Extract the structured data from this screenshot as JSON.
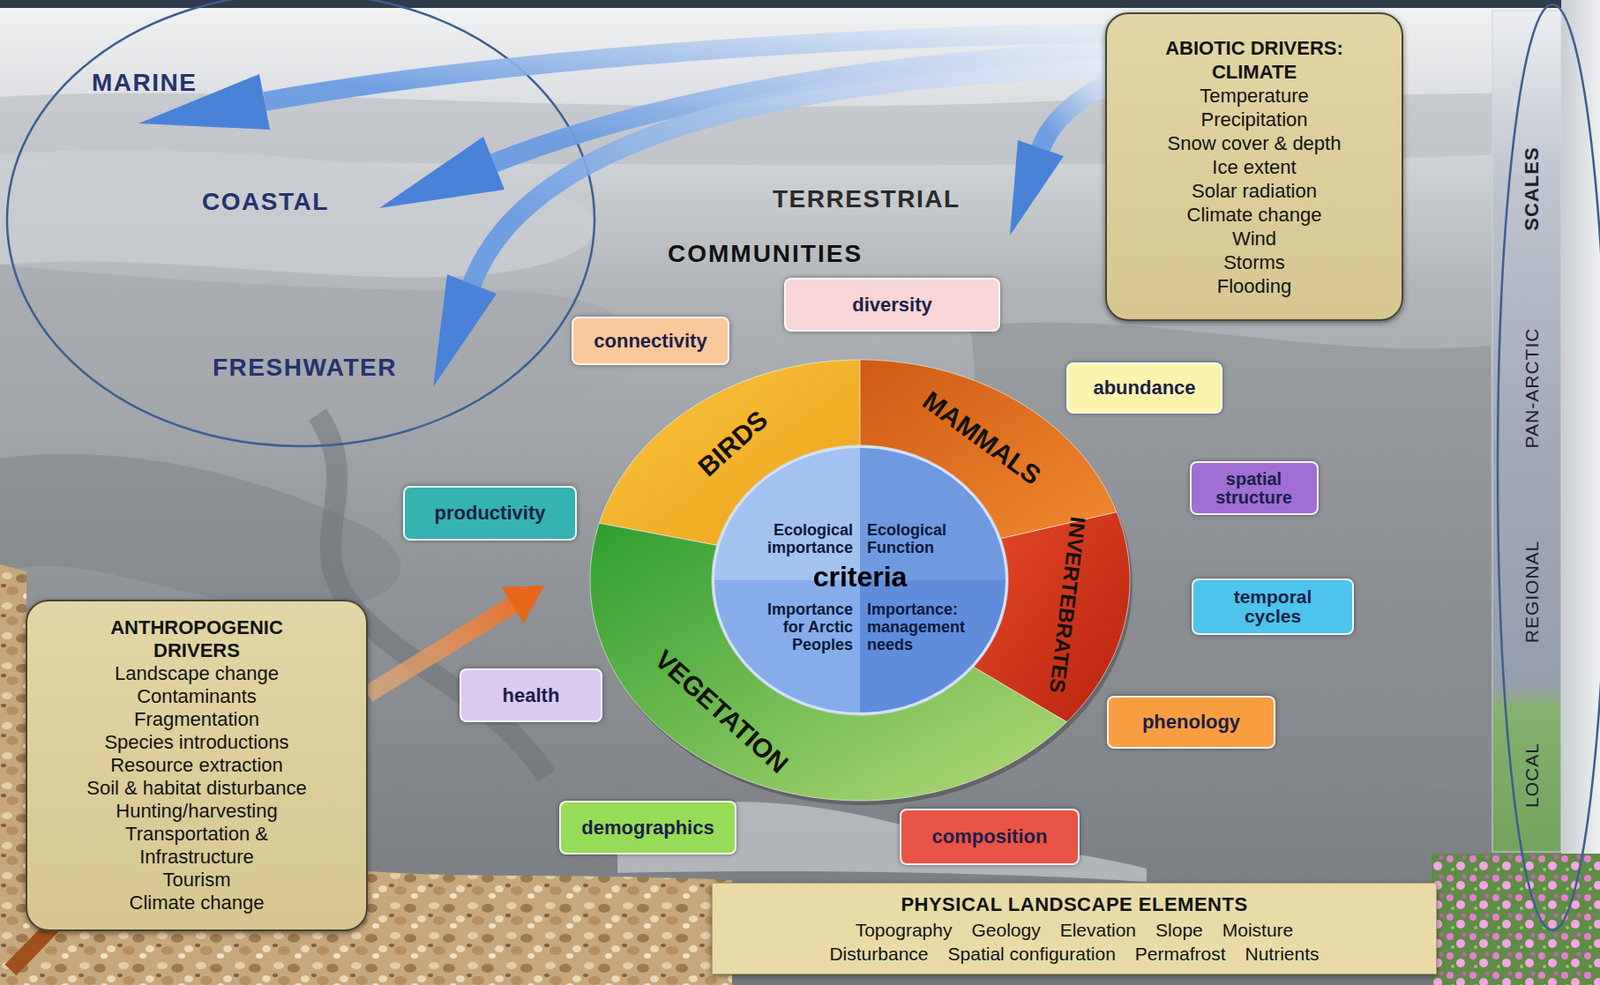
{
  "diagram": {
    "nodes": [
      {
        "text": [
          "ABIOTIC DRIVERS: CLIMATE",
          "Temperature",
          "Precipitation",
          "Snow cover & depth",
          "Ice extent",
          "Solar radiation",
          "Climate change",
          "Wind",
          "Storms",
          "Flooding"
        ]
      },
      {
        "text": [
          "diversity"
        ]
      },
      {
        "text": [
          "connectivity"
        ]
      },
      {
        "text": [
          "abundance"
        ]
      },
      {
        "text": [
          "BIRDS",
          "MAMMALS",
          "INVERTEBRATES",
          "VEGETATION"
        ]
      },
      {
        "text": [
          "Ecological importance",
          "Ecological Function",
          "criteria",
          "Importance for Arctic Peoples",
          "Importance: management needs"
        ],
        "in": 4
      },
      {
        "text": [
          "productivity"
        ]
      },
      {
        "text": [
          "spatial structure"
        ]
      },
      {
        "text": [
          "temporal cycles"
        ]
      },
      {
        "text": [
          "health"
        ]
      },
      {
        "text": [
          "phenology"
        ]
      },
      {
        "text": [
          "ANTHROPOGENIC DRIVERS",
          "Landscape change",
          "Contaminants",
          "Fragmentation",
          "Species introductions",
          "Resource extraction",
          "Soil & habitat disturbance",
          "Hunting/harvesting",
          "Transportation & Infrastructure",
          "Tourism",
          "Climate change"
        ]
      },
      {
        "text": [
          "demographics"
        ]
      },
      {
        "text": [
          "composition"
        ]
      },
      {
        "text": [
          "PHYSICAL LANDSCAPE ELEMENTS",
          "Topography",
          "Geology",
          "Elevation",
          "Slope",
          "Moisture",
          "Disturbance",
          "Spatial configuration",
          "Permafrost",
          "Nutrients"
        ]
      }
    ],
    "edges": [
      {
        "from": 11,
        "to": 4,
        "arrow": "to"
      }
    ],
    "labels": [
      "MARINE",
      "COASTAL",
      "TERRESTRIAL",
      "COMMUNITIES",
      "FRESHWATER",
      "SCALES",
      "PAN-ARCTIC",
      "REGIONAL",
      "LOCAL"
    ]
  }
}
